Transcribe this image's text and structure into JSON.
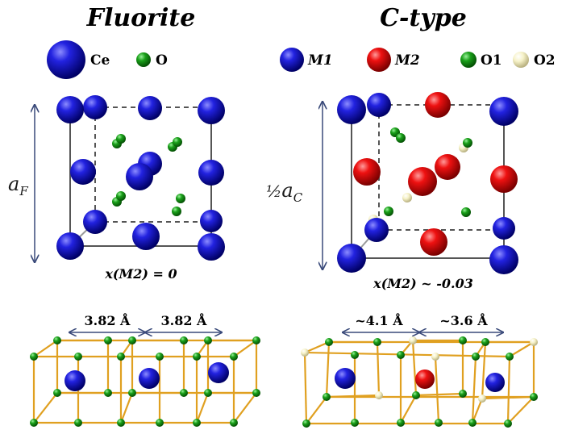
{
  "panels": {
    "fluorite": {
      "title": "Fluorite",
      "legend": [
        {
          "label": "Ce",
          "color": "#1010cc",
          "italic": false
        },
        {
          "label": "O",
          "color": "#1a9a1a",
          "italic": false
        }
      ],
      "lattice_param": {
        "main": "a",
        "sub": "F"
      },
      "x_param": "x(M2) = 0",
      "distances": [
        "3.82 Å",
        "3.82 Å"
      ]
    },
    "ctype": {
      "title": "C-type",
      "legend": [
        {
          "label": "M1",
          "color": "#1010cc",
          "italic": true
        },
        {
          "label": "M2",
          "color": "#dd1010",
          "italic": true
        },
        {
          "label": "O1",
          "color": "#1a9a1a",
          "italic": false
        },
        {
          "label": "O2",
          "color": "#f3f0c4",
          "italic": false
        }
      ],
      "lattice_param": {
        "prefix": "½",
        "main": "a",
        "sub": "C"
      },
      "x_param": "x(M2) ~ -0.03",
      "distances": [
        "~4.1 Å",
        "~3.6 Å"
      ]
    }
  },
  "colors": {
    "blue": "#1010cc",
    "red": "#dd1010",
    "green": "#1a9a1a",
    "cream": "#f3f0c4",
    "bond": "#e0a020",
    "arrow": "#3a4a7a"
  }
}
